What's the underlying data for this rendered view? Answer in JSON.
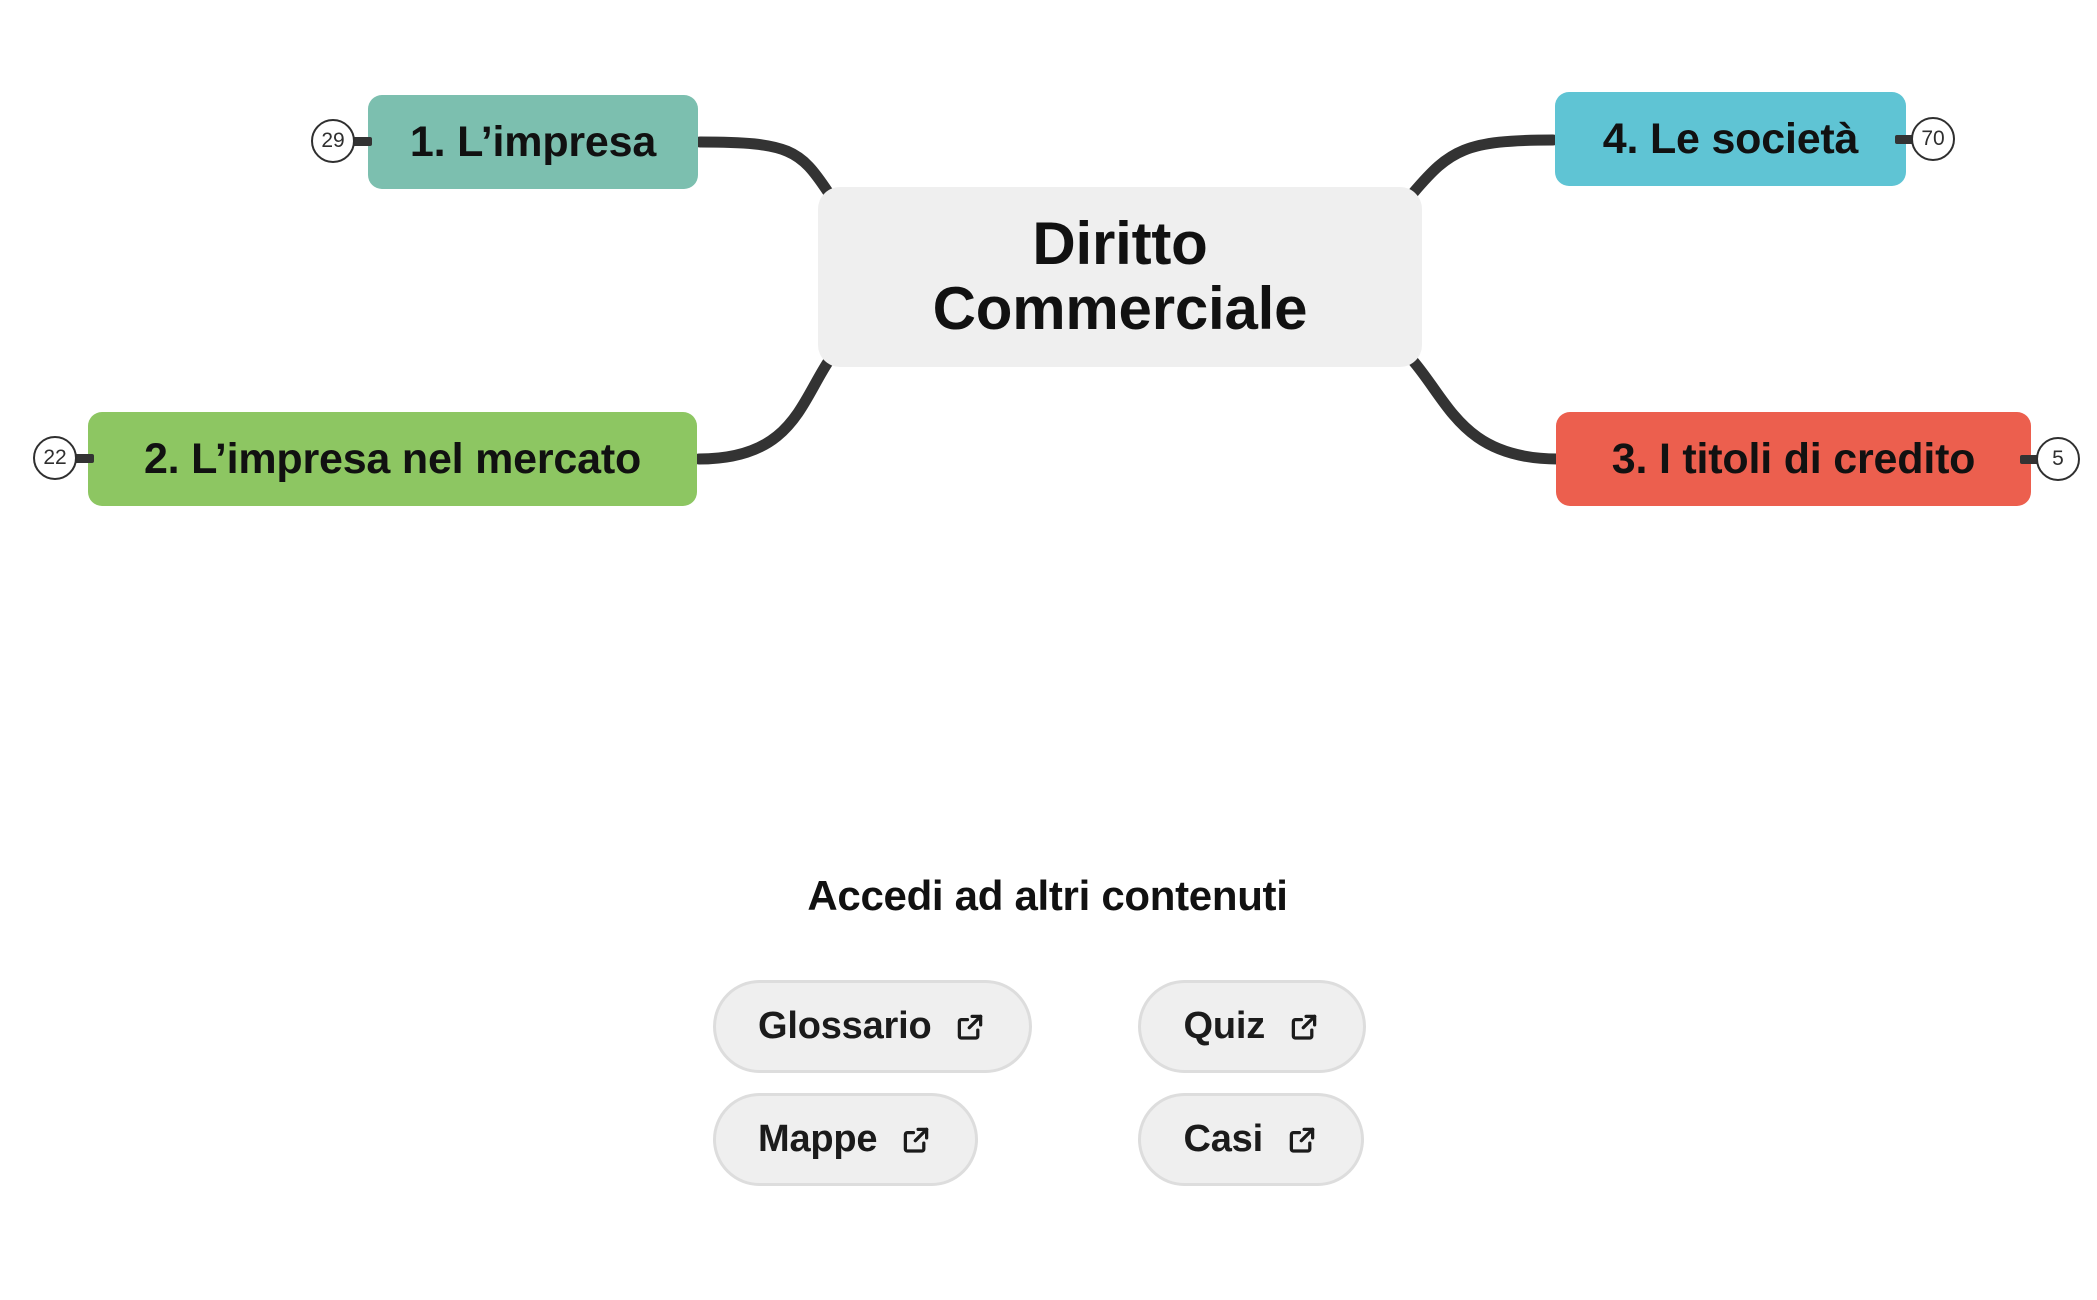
{
  "map": {
    "center": {
      "title_line1": "Diritto",
      "title_line2": "Commerciale",
      "color": "#efefef"
    },
    "branches": [
      {
        "id": "node-1",
        "label": "1. L’impresa",
        "badge": "29",
        "color": "#7cbfaf",
        "side": "left",
        "row": "top"
      },
      {
        "id": "node-4",
        "label": "4. Le società",
        "badge": "70",
        "color": "#5fc4d4",
        "side": "right",
        "row": "top"
      },
      {
        "id": "node-2",
        "label": "2. L’impresa nel mercato",
        "badge": "22",
        "color": "#8dc662",
        "side": "left",
        "row": "bottom"
      },
      {
        "id": "node-3",
        "label": "3. I titoli di credito",
        "badge": "5",
        "color": "#ec5f4e",
        "side": "right",
        "row": "bottom"
      }
    ],
    "connector_color": "#333333"
  },
  "extras": {
    "title": "Accedi ad altri contenuti",
    "buttons": [
      {
        "label": "Glossario",
        "icon": "external-link-icon"
      },
      {
        "label": "Quiz",
        "icon": "external-link-icon"
      },
      {
        "label": "Mappe",
        "icon": "external-link-icon"
      },
      {
        "label": "Casi",
        "icon": "external-link-icon"
      }
    ]
  }
}
